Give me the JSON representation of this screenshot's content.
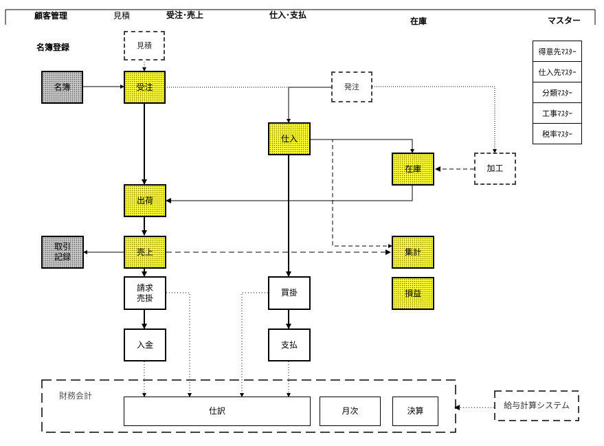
{
  "header": {
    "customer": "顧客管理",
    "estimate": "見積",
    "order_sales": "受注･売上",
    "purchase_payment": "仕入･支払",
    "inventory": "在庫",
    "master": "マスター"
  },
  "registry_label": "名簿登録",
  "nodes": {
    "estimate": "見積",
    "roster": "名簿",
    "order": "受注",
    "purchase_order": "発注",
    "purchase": "仕入",
    "stock": "在庫",
    "processing": "加工",
    "shipping": "出荷",
    "trade_record": "取引\n記録",
    "sales": "売上",
    "aggregate": "集計",
    "profit_loss": "損益",
    "invoice": "請求\n売掛",
    "payable": "買掛",
    "receipt": "入金",
    "payment": "支払"
  },
  "accounting": {
    "title": "財務会計",
    "journal": "仕訳",
    "monthly": "月次",
    "settlement": "決算"
  },
  "payroll": "給与計算システム",
  "masters": [
    "得意先ﾏｽﾀｰ",
    "仕入先ﾏｽﾀｰ",
    "分類ﾏｽﾀｰ",
    "工事ﾏｽﾀｰ",
    "税率ﾏｽﾀｰ"
  ]
}
